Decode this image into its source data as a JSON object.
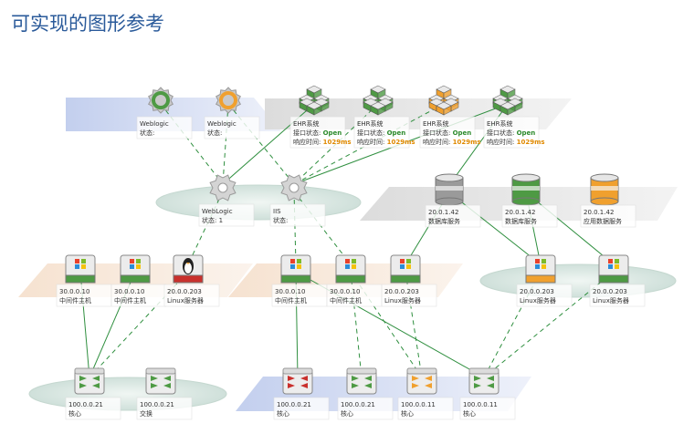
{
  "title": "可实现的图形参考",
  "colors": {
    "blue_platform": "#c9d4ee",
    "peach_platform": "#f7e6d6",
    "gray_platform": "#e2e2e2",
    "ellipse": "#d9e7e2",
    "green": "#4e9a44",
    "orange": "#f0a02e",
    "red": "#c9302c",
    "link": "#2f8f3f",
    "status_ok": "#2b8a2b",
    "status_warn": "#e08a00"
  },
  "nodes": {
    "weblogic_1": {
      "icon": "gear-ring-green-icon",
      "lines": [
        {
          "text": "Weblogic"
        },
        {
          "text": "状态: "
        }
      ]
    },
    "weblogic_2": {
      "icon": "gear-ring-orange-icon",
      "lines": [
        {
          "text": "Weblogic"
        },
        {
          "text": "状态: "
        }
      ]
    },
    "app_1": {
      "icon": "cube-stack-green-icon",
      "lines": [
        {
          "text": "EHR系统"
        },
        {
          "text": "接口状态: Open"
        },
        {
          "text": "响应时间: 1029ms"
        }
      ]
    },
    "app_2": {
      "icon": "cube-stack-green-icon",
      "lines": [
        {
          "text": "EHR系统"
        },
        {
          "text": "接口状态: Open"
        },
        {
          "text": "响应时间: 1029ms"
        }
      ]
    },
    "app_3": {
      "icon": "cube-stack-orange-icon",
      "lines": [
        {
          "text": "EHR系统"
        },
        {
          "text": "接口状态: Open"
        },
        {
          "text": "响应时间: 1029ms"
        }
      ]
    },
    "app_4": {
      "icon": "cube-stack-green-icon",
      "lines": [
        {
          "text": "EHR系统"
        },
        {
          "text": "接口状态: Open"
        },
        {
          "text": "响应时间: 1029ms"
        }
      ]
    },
    "mw_gear_1": {
      "icon": "gear-icon",
      "lines": [
        {
          "text": "WebLogic"
        },
        {
          "text": "状态: 1"
        }
      ]
    },
    "mw_gear_2": {
      "icon": "gear-icon",
      "lines": [
        {
          "text": "IIS"
        },
        {
          "text": "状态: "
        }
      ]
    },
    "db_1": {
      "icon": "database-gray-icon",
      "lines": [
        {
          "text": "20.0.1.42"
        },
        {
          "text": "数据库服务"
        }
      ]
    },
    "db_2": {
      "icon": "database-green-icon",
      "lines": [
        {
          "text": "20.0.1.42"
        },
        {
          "text": "数据库服务"
        }
      ]
    },
    "db_3": {
      "icon": "database-orange-icon",
      "lines": [
        {
          "text": "20.0.1.42"
        },
        {
          "text": "应用数据服务"
        }
      ]
    },
    "host_1": {
      "icon": "windows-server-icon",
      "lines": [
        {
          "text": "30.0.0.10"
        },
        {
          "text": "中间件主机"
        }
      ]
    },
    "host_2": {
      "icon": "windows-server-icon",
      "lines": [
        {
          "text": "30.0.0.10"
        },
        {
          "text": "中间件主机"
        }
      ]
    },
    "host_3": {
      "icon": "linux-server-icon",
      "lines": [
        {
          "text": "20.0.0.203"
        },
        {
          "text": "Linux服务器"
        }
      ]
    },
    "host_4": {
      "icon": "windows-server-icon",
      "lines": [
        {
          "text": "30.0.0.10"
        },
        {
          "text": "中间件主机"
        }
      ]
    },
    "host_5": {
      "icon": "windows-server-icon",
      "lines": [
        {
          "text": "30.0.0.10"
        },
        {
          "text": "中间件主机"
        }
      ]
    },
    "host_6": {
      "icon": "windows-server-icon",
      "lines": [
        {
          "text": "20.0.0.203"
        },
        {
          "text": "Linux服务器"
        }
      ]
    },
    "host_7": {
      "icon": "windows-server-orange-icon",
      "lines": [
        {
          "text": "20.0.0.203"
        },
        {
          "text": "Linux服务器"
        }
      ]
    },
    "host_8": {
      "icon": "windows-server-icon",
      "lines": [
        {
          "text": "20.0.0.203"
        },
        {
          "text": "Linux服务器"
        }
      ]
    },
    "switch_1": {
      "icon": "switch-green-icon",
      "lines": [
        {
          "text": "100.0.0.21"
        },
        {
          "text": "核心"
        }
      ]
    },
    "switch_2": {
      "icon": "router-green-icon",
      "lines": [
        {
          "text": "100.0.0.21"
        },
        {
          "text": "交换"
        }
      ]
    },
    "switch_3": {
      "icon": "switch-red-icon",
      "lines": [
        {
          "text": "100.0.0.21"
        },
        {
          "text": "核心"
        }
      ]
    },
    "switch_4": {
      "icon": "switch-green-icon",
      "lines": [
        {
          "text": "100.0.0.21"
        },
        {
          "text": "核心"
        }
      ]
    },
    "switch_5": {
      "icon": "switch-orange-icon",
      "lines": [
        {
          "text": "100.0.0.11"
        },
        {
          "text": "核心"
        }
      ]
    },
    "switch_6": {
      "icon": "switch-green-icon",
      "lines": [
        {
          "text": "100.0.0.11"
        },
        {
          "text": "核心"
        }
      ]
    }
  },
  "links": [
    {
      "from": "weblogic_1",
      "to": "mw_gear_1",
      "style": "dashed"
    },
    {
      "from": "weblogic_2",
      "to": "mw_gear_1",
      "style": "dashed"
    },
    {
      "from": "weblogic_2",
      "to": "mw_gear_2",
      "style": "dashed"
    },
    {
      "from": "app_1",
      "to": "mw_gear_1",
      "style": "solid"
    },
    {
      "from": "app_2",
      "to": "mw_gear_2",
      "style": "dashed"
    },
    {
      "from": "app_3",
      "to": "mw_gear_2",
      "style": "dashed"
    },
    {
      "from": "app_4",
      "to": "mw_gear_2",
      "style": "solid"
    },
    {
      "from": "app_4",
      "to": "db_1",
      "style": "solid"
    },
    {
      "from": "mw_gear_1",
      "to": "host_3",
      "style": "dashed"
    },
    {
      "from": "mw_gear_2",
      "to": "host_4",
      "style": "dashed"
    },
    {
      "from": "mw_gear_2",
      "to": "host_5",
      "style": "dashed"
    },
    {
      "from": "db_1",
      "to": "host_6",
      "style": "solid"
    },
    {
      "from": "db_1",
      "to": "host_7",
      "style": "solid"
    },
    {
      "from": "db_2",
      "to": "host_8",
      "style": "solid"
    },
    {
      "from": "db_2",
      "to": "host_7",
      "style": "solid"
    },
    {
      "from": "host_1",
      "to": "switch_1",
      "style": "solid"
    },
    {
      "from": "host_2",
      "to": "switch_1",
      "style": "solid"
    },
    {
      "from": "host_3",
      "to": "switch_1",
      "style": "dashed"
    },
    {
      "from": "host_4",
      "to": "switch_3",
      "style": "solid"
    },
    {
      "from": "host_4",
      "to": "switch_6",
      "style": "solid"
    },
    {
      "from": "host_5",
      "to": "switch_4",
      "style": "dashed"
    },
    {
      "from": "host_5",
      "to": "switch_5",
      "style": "dashed"
    },
    {
      "from": "host_6",
      "to": "switch_5",
      "style": "dashed"
    },
    {
      "from": "host_7",
      "to": "switch_6",
      "style": "dashed"
    },
    {
      "from": "host_8",
      "to": "switch_6",
      "style": "dashed"
    }
  ]
}
